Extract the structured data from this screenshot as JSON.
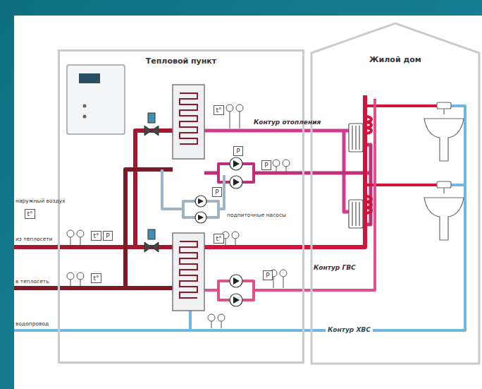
{
  "diagram": {
    "nodes": [
      {
        "text": [
          "Тепловой пункт"
        ]
      },
      {
        "text": [
          "Жилой дом"
        ]
      },
      {
        "text": [
          "t°"
        ]
      },
      {
        "text": [
          "t°"
        ],
        "in": 0
      },
      {
        "text": [
          "P"
        ],
        "in": 0
      },
      {
        "text": [
          "P"
        ],
        "in": 0
      },
      {
        "text": [
          "P"
        ],
        "in": 0
      },
      {
        "text": [
          "t°"
        ],
        "in": 0
      },
      {
        "text": [
          "P"
        ],
        "in": 0
      },
      {
        "text": [
          "t°"
        ],
        "in": 0
      },
      {
        "text": [
          "P"
        ],
        "in": 0
      },
      {
        "text": [
          "t°"
        ],
        "in": 0
      }
    ],
    "labels": [
      "наружный воздух",
      "из теплосети",
      "в теплосеть",
      "водопровод",
      "Контур отопления",
      "подпиточные насосы",
      "Контур ГВС",
      "Контур ХВС"
    ]
  }
}
